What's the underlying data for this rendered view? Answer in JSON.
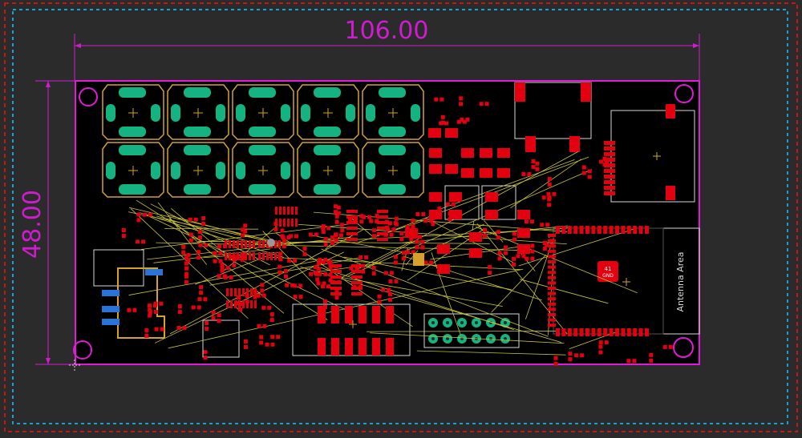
{
  "colors": {
    "background": "#2b2b2b",
    "border_red": "#c21818",
    "border_blue": "#1d9fd6",
    "board_outline": "#e01ad8",
    "dimension": "#d11bd0",
    "pad_red": "#e3000f",
    "pad_green": "#14b381",
    "silk_gold": "#d5a32a",
    "ratsnest": "#c9c23a",
    "silk_white": "#d9d9d9",
    "dark_gray": "#3b3b3b",
    "blue_pad": "#2a73d8"
  },
  "dimensions": {
    "width_label": "106.00",
    "height_label": "48.00"
  },
  "labels": {
    "antenna_area": "Antenna Area",
    "chip_ref": "41",
    "chip_sub": "GND"
  },
  "icons": {
    "origin_marker": "crosshair-icon"
  }
}
